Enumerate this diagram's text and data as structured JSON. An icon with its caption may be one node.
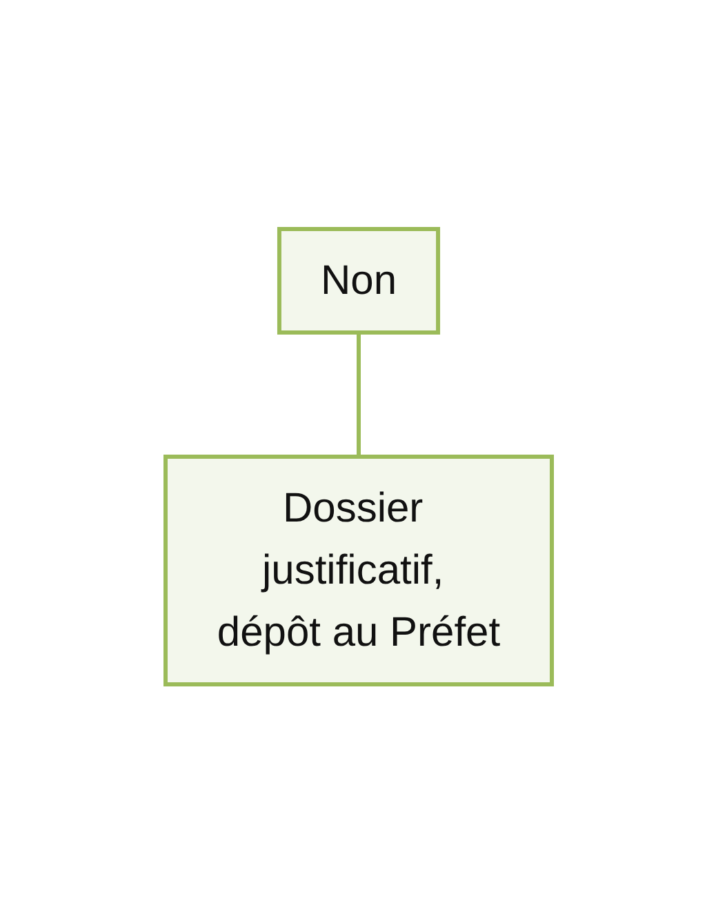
{
  "diagram": {
    "nodes": [
      {
        "text": [
          "Non"
        ]
      },
      {
        "text": [
          "Dossier justificatif, dépôt au Préfet"
        ]
      }
    ],
    "edges": [
      {
        "from": 0,
        "to": 1,
        "arrow": "none"
      }
    ]
  }
}
